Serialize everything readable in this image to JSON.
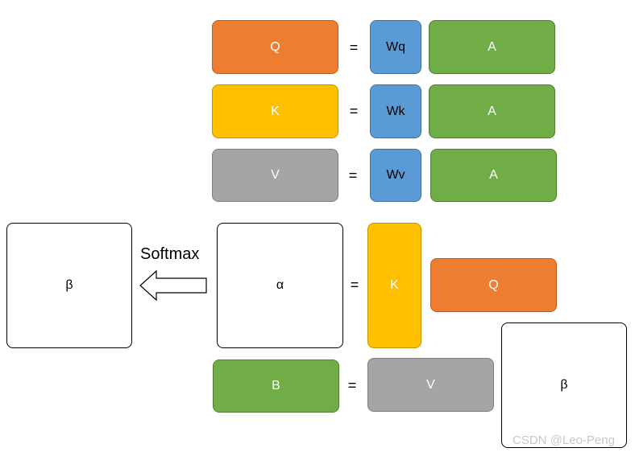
{
  "rows": {
    "q": {
      "lhs": "Q",
      "eq": "=",
      "weight": "Wq",
      "input": "A"
    },
    "k": {
      "lhs": "K",
      "eq": "=",
      "weight": "Wk",
      "input": "A"
    },
    "v": {
      "lhs": "V",
      "eq": "=",
      "weight": "Wv",
      "input": "A"
    }
  },
  "attention": {
    "alpha": "α",
    "eq": "=",
    "k": "K",
    "q": "Q",
    "softmax_label": "Softmax",
    "beta": "β"
  },
  "output": {
    "b": "B",
    "eq": "=",
    "v": "V",
    "beta": "β"
  },
  "watermark": "CSDN @Leo-Peng",
  "colors": {
    "orange": "#ed7d31",
    "yellow": "#ffc000",
    "gray": "#a5a5a5",
    "blue": "#5b9bd5",
    "green": "#70ad47"
  }
}
